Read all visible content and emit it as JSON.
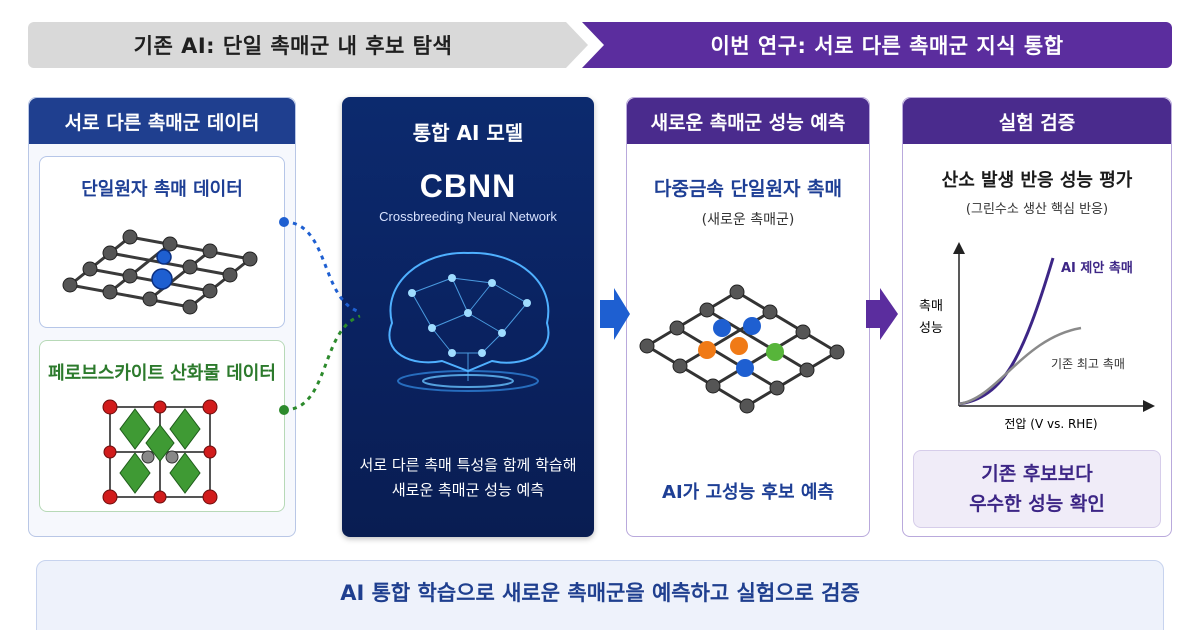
{
  "banners": {
    "left": "기존 AI: 단일 촉매군 내 후보 탐색",
    "right": "이번 연구: 서로 다른 촉매군 지식 통합"
  },
  "data_panel": {
    "header": "서로 다른 촉매군 데이터",
    "card1_title": "단일원자 촉매 데이터",
    "card2_title": "페로브스카이트 산화물 데이터"
  },
  "model_panel": {
    "title": "통합 AI 모델",
    "name": "CBNN",
    "subtitle": "Crossbreeding Neural Network",
    "desc_line1": "서로 다른 촉매 특성을 함께 학습해",
    "desc_line2": "새로운 촉매군 성능 예측"
  },
  "prediction_panel": {
    "header": "새로운 촉매군 성능 예측",
    "title": "다중금속 단일원자 촉매",
    "subtitle": "(새로운 촉매군)",
    "footer": "AI가 고성능 후보 예측"
  },
  "validation_panel": {
    "header": "실험 검증",
    "title": "산소 발생 반응 성능 평가",
    "subtitle": "(그린수소 생산 핵심 반응)",
    "ylabel_line1": "촉매",
    "ylabel_line2": "성능",
    "xlabel": "전압 (V vs. RHE)",
    "curve_ai_label": "AI 제안 촉매",
    "curve_best_label": "기존 최고 촉매",
    "result_line1": "기존 후보보다",
    "result_line2": "우수한 성능 확인"
  },
  "bottom": {
    "text": "AI 통합 학습으로 새로운 촉매군을 예측하고 실험으로 검증"
  },
  "colors": {
    "navy": "#1f3f8f",
    "purple": "#4a2b8d",
    "green": "#2c7a2c",
    "gray_banner": "#d9d9d9",
    "purple_banner": "#5b2d9e"
  }
}
